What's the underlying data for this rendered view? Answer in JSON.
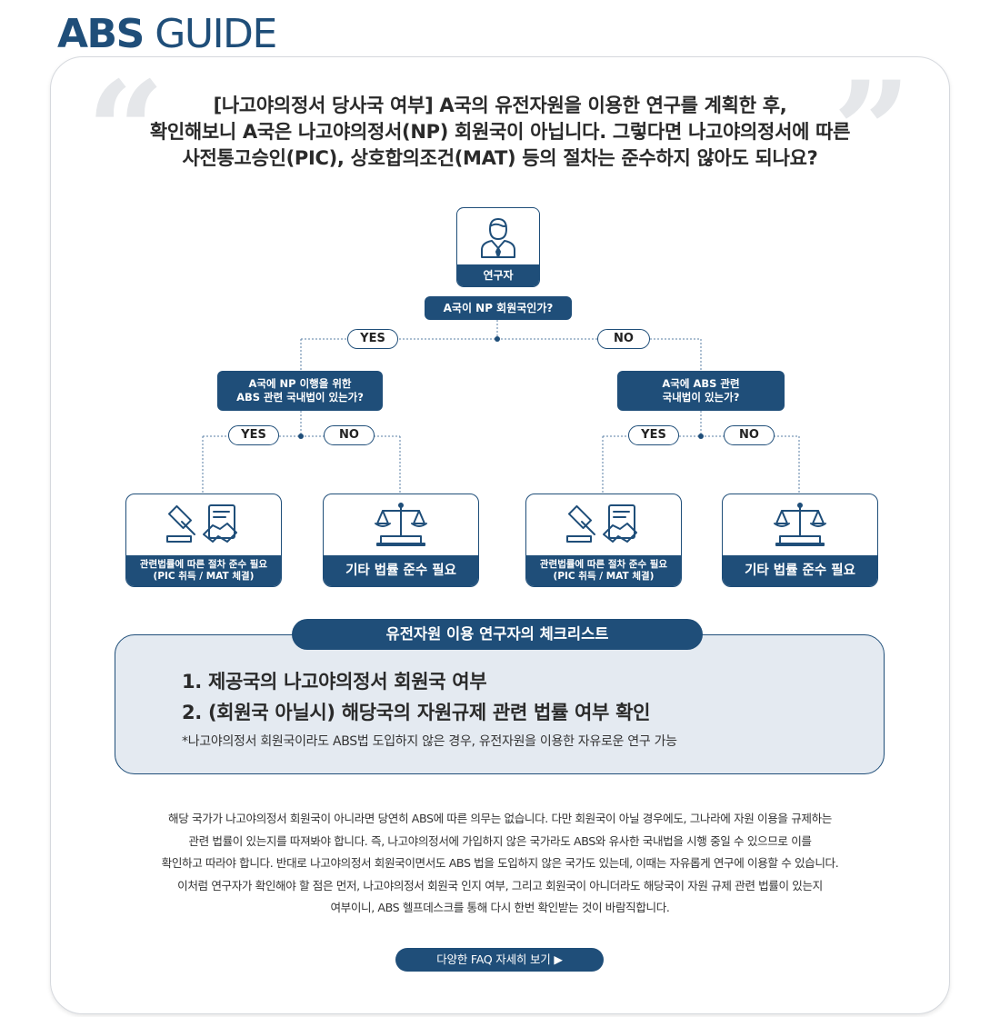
{
  "logo": {
    "bold": "ABS",
    "light": "GUIDE"
  },
  "question": {
    "lines": [
      "[나고야의정서 당사국 여부] A국의 유전자원을 이용한 연구를 계획한 후,",
      "확인해보니 A국은 나고야의정서(NP) 회원국이 아닙니다. 그렇다면 나고야의정서에 따른",
      "사전통고승인(PIC), 상호합의조건(MAT) 등의 절차는 준수하지 않아도 되나요?"
    ]
  },
  "flowchart": {
    "researcher": "연구자",
    "q1": "A국이 NP 회원국인가?",
    "yes": "YES",
    "no": "NO",
    "q2_line1": "A국에 NP 이행을 위한",
    "q2_line2": "ABS 관련 국내법이 있는가?",
    "q3_line1": "A국에 ABS 관련",
    "q3_line2": "국내법이 있는가?",
    "result_comply_line1": "관련법률에 따른 절차 준수 필요",
    "result_comply_line2": "(PIC 취득 / MAT 체결)",
    "result_other": "기타 법률 준수 필요",
    "colors": {
      "primary": "#1f4e79",
      "dot_line": "#5a7fa6"
    },
    "icons": [
      "person-icon",
      "gavel-icon",
      "handshake-document-icon",
      "scales-icon"
    ]
  },
  "checklist": {
    "title": "유전자원 이용 연구자의 체크리스트",
    "item1": "1. 제공국의 나고야의정서 회원국 여부",
    "item2": "2. (회원국 아닐시) 해당국의 자원규제 관련 법률 여부 확인",
    "note": "*나고야의정서 회원국이라도 ABS법 도입하지 않은 경우, 유전자원을 이용한 자유로운 연구 가능"
  },
  "answer": {
    "lines": [
      "해당 국가가 나고야의정서 회원국이 아니라면 당연히 ABS에 따른 의무는 없습니다. 다만 회원국이 아닐 경우에도, 그나라에 자원 이용을 규제하는",
      "관련 법률이 있는지를 따져봐야 합니다. 즉, 나고야의정서에 가입하지 않은 국가라도 ABS와 유사한 국내법을 시행 중일 수 있으므로 이를",
      "확인하고 따라야 합니다. 반대로 나고야의정서 회원국이면서도 ABS 법을 도입하지 않은 국가도 있는데, 이때는 자유롭게 연구에 이용할 수 있습니다.",
      "이처럼 연구자가 확인해야 할 점은 먼저, 나고야의정서 회원국 인지 여부, 그리고 회원국이 아니더라도 해당국이 자원 규제 관련 법률이 있는지",
      "여부이니, ABS 헬프데스크를 통해 다시 한번 확인받는 것이 바람직합니다."
    ]
  },
  "faq_button": "다양한 FAQ 자세히 보기 ▶"
}
